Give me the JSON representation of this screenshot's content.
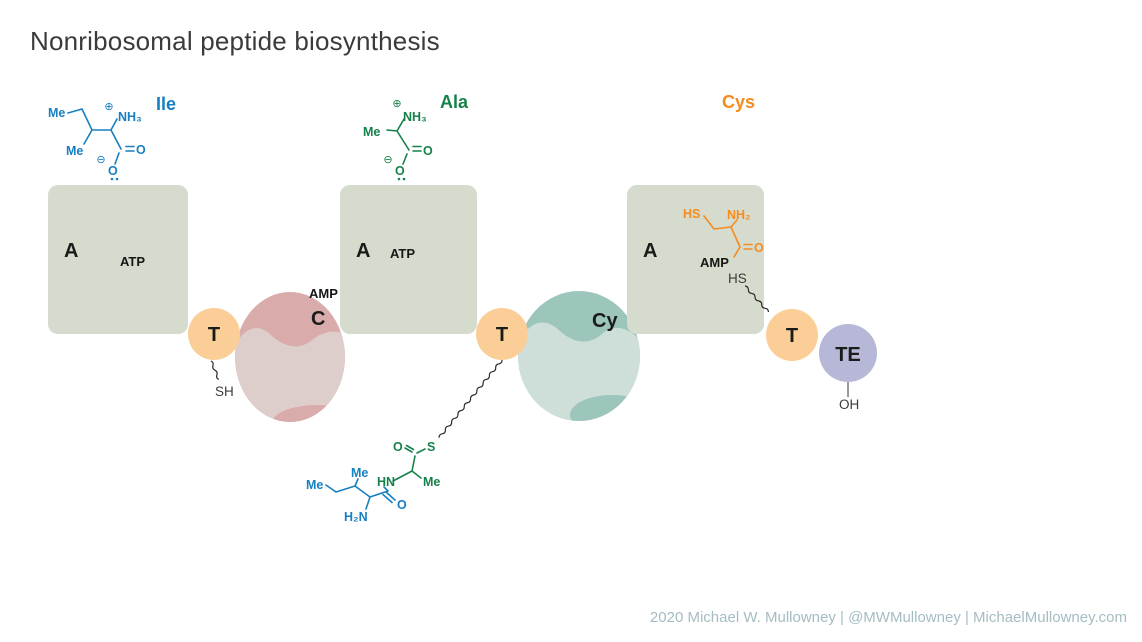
{
  "title": "Nonribosomal peptide biosynthesis",
  "footer": "2020 Michael W. Mullowney | @MWMullowney | MichaelMullowney.com",
  "colors": {
    "ile": "#1780c0",
    "ala": "#17814b",
    "cys": "#f68b1e",
    "a_domain": "#d5dbcd",
    "t_domain": "#fbce97",
    "c_domain": "#d9acab",
    "c_domain_inner": "#ddcecc",
    "cy_domain": "#9cc5bc",
    "cy_domain_inner": "#cedfda",
    "te_domain": "#b7b7d7",
    "title_text": "#3b3b3b",
    "footer_text": "#a4bcc3"
  },
  "substrates": {
    "ile": {
      "name": "Ile",
      "me1": "Me",
      "me2": "Me",
      "ammonium": "NH₃",
      "plus": "⊕",
      "minus": "⊖",
      "o1": "O",
      "o2": "O"
    },
    "ala": {
      "name": "Ala",
      "me": "Me",
      "ammonium": "NH₃",
      "plus": "⊕",
      "minus": "⊖",
      "o1": "O",
      "o2": "O"
    },
    "cys": {
      "name": "Cys",
      "hs": "HS",
      "nh2": "NH₂",
      "o": "O"
    }
  },
  "modules": {
    "m1": {
      "a": "A",
      "cofactor": "ATP",
      "t": "T",
      "c": "C",
      "amp": "AMP",
      "sh": "SH"
    },
    "m2": {
      "a": "A",
      "cofactor": "ATP",
      "t": "T",
      "cy": "Cy"
    },
    "m3": {
      "a": "A",
      "amp": "AMP",
      "hs": "HS",
      "t": "T",
      "te": "TE",
      "oh": "OH"
    }
  },
  "dipeptide": {
    "me_ile_end": "Me",
    "me_ile_branch": "Me",
    "h2n": "H₂N",
    "o_ile": "O",
    "hn": "HN",
    "me_ala": "Me",
    "o_ala": "O",
    "s": "S"
  }
}
